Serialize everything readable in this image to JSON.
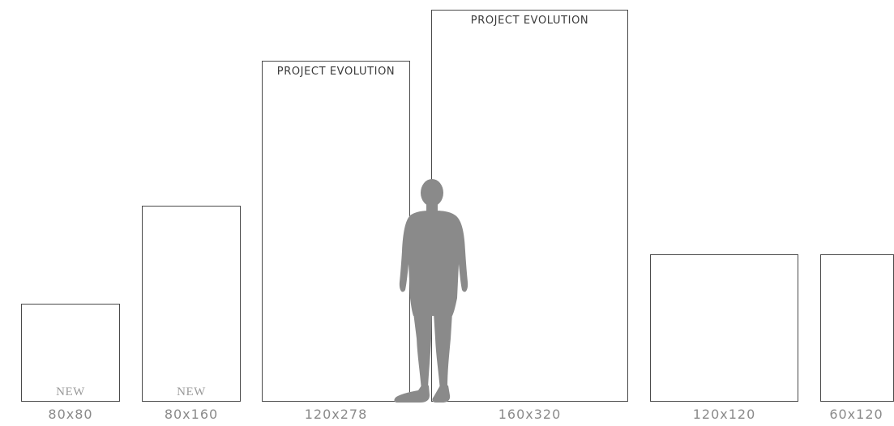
{
  "panels": [
    {
      "id": "p1",
      "label": "NEW",
      "dimension": "80x80"
    },
    {
      "id": "p2",
      "label": "NEW",
      "dimension": "80x160"
    },
    {
      "id": "p3",
      "label": "PROJECT EVOLUTION",
      "dimension": "120x278"
    },
    {
      "id": "p4",
      "label": "PROJECT EVOLUTION",
      "dimension": "160x320"
    },
    {
      "id": "p5",
      "label": "",
      "dimension": "120x120"
    },
    {
      "id": "p6",
      "label": "",
      "dimension": "60x120"
    }
  ],
  "colors": {
    "border": "#4a4a4a",
    "silhouette": "#8a8a8a",
    "dimension_text": "#8a8a8a"
  }
}
